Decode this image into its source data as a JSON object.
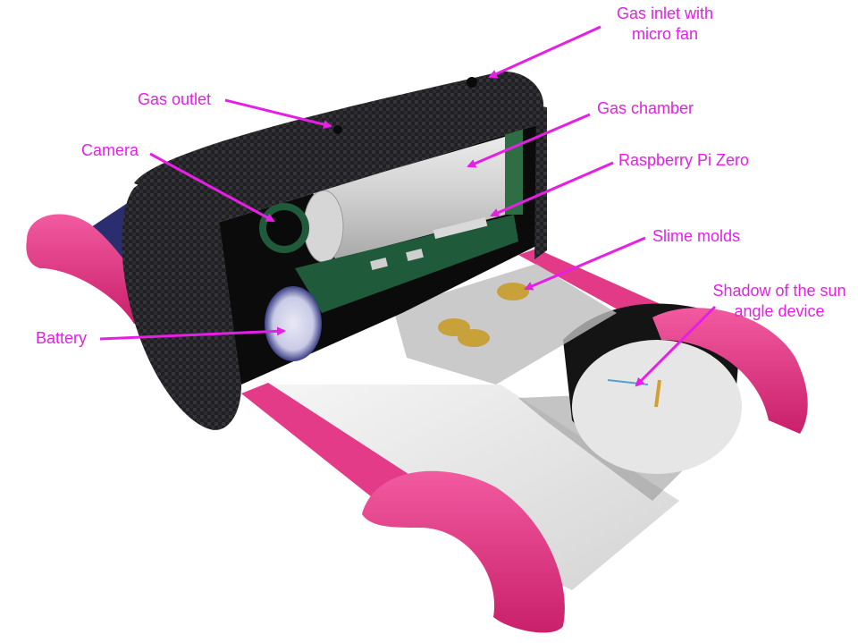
{
  "colors": {
    "annotation": "#e61ee6",
    "pink_frame": "#e8327e",
    "carbon_shell": "#1b1b1d",
    "board_green": "#1f5a3a"
  },
  "labels": {
    "gas_inlet": {
      "line1": "Gas inlet with",
      "line2": "micro fan"
    },
    "gas_outlet": "Gas outlet",
    "gas_chamber": "Gas chamber",
    "camera": "Camera",
    "raspberry_pi": "Raspberry Pi Zero",
    "slime_molds": "Slime molds",
    "battery": "Battery",
    "shadow": {
      "line1": "Shadow of the sun",
      "line2": "angle device"
    }
  }
}
